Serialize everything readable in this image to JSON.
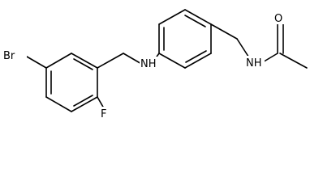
{
  "molecule": {
    "atoms": {
      "br": "Br",
      "f": "F",
      "nh_amine": "NH",
      "nh_amide": "NH",
      "o": "O"
    }
  }
}
